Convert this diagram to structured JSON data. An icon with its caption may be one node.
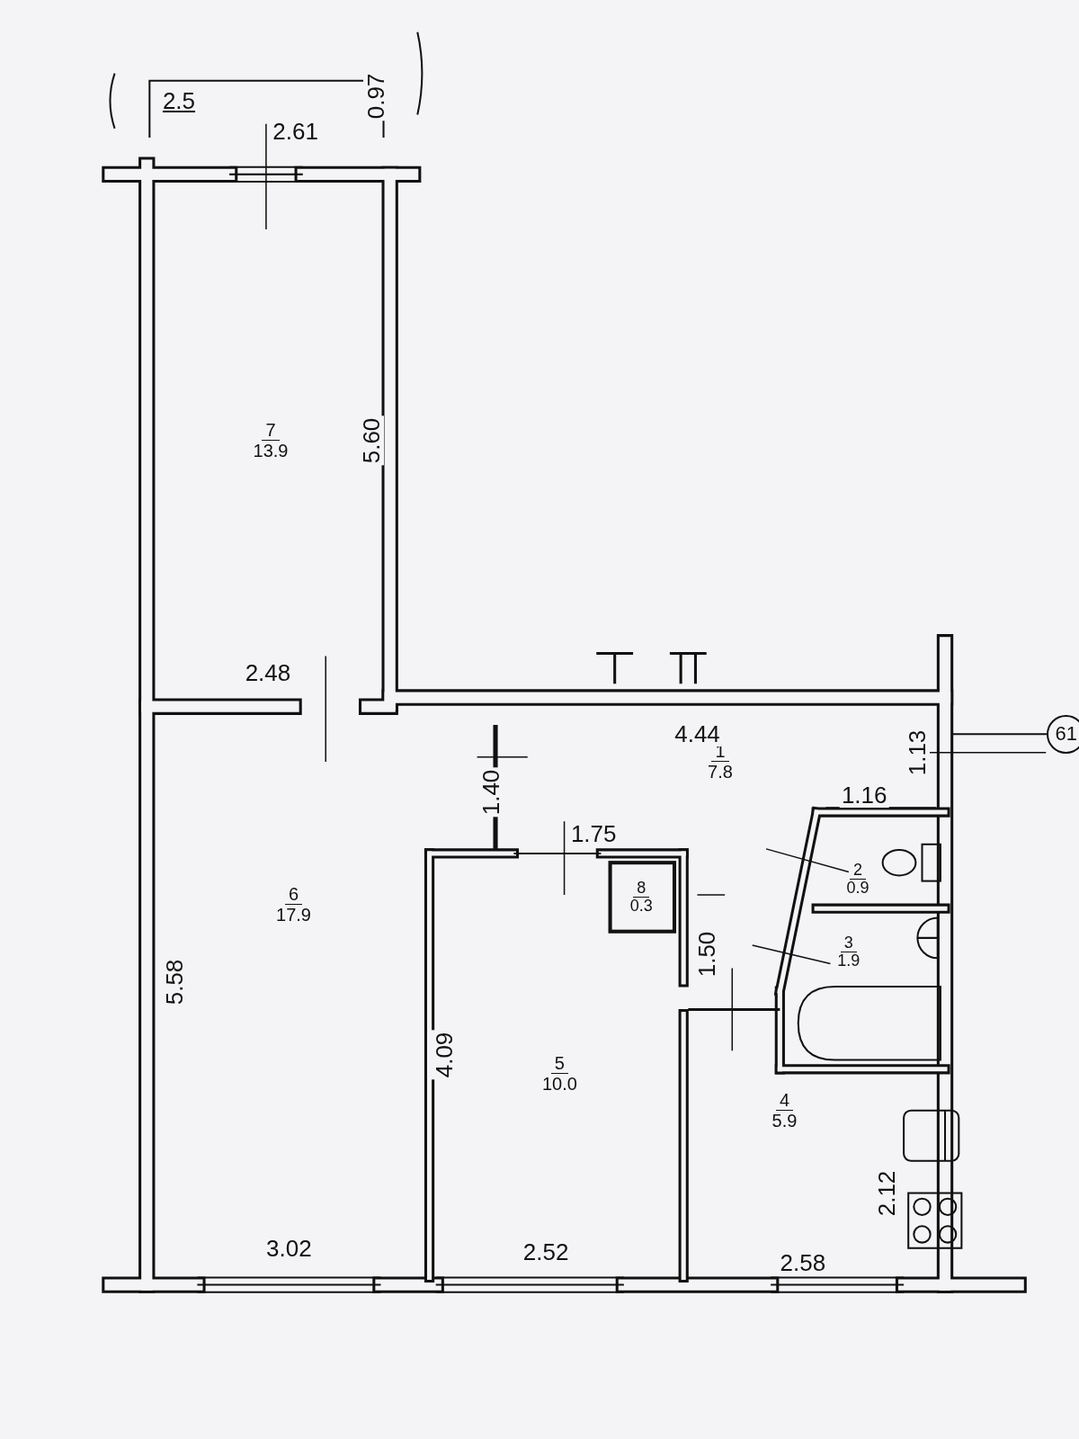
{
  "diagram": {
    "nodes": [
      {
        "text": [
          "7",
          "13.9"
        ]
      },
      {
        "text": [
          "6",
          "17.9"
        ]
      },
      {
        "text": [
          "5",
          "10.0"
        ]
      },
      {
        "text": [
          "1",
          "7.8"
        ]
      },
      {
        "text": [
          "2",
          "0.9"
        ]
      },
      {
        "text": [
          "3",
          "1.9"
        ]
      },
      {
        "text": [
          "4",
          "5.9"
        ]
      },
      {
        "text": [
          "8",
          "0.3"
        ]
      },
      {
        "text": [
          "61"
        ]
      }
    ],
    "edges": [
      {
        "from": null,
        "to": 8,
        "arrow": "none"
      }
    ],
    "labels": [
      "2.5",
      "0.97",
      "2.61",
      "5.60",
      "2.48",
      "4.44",
      "1.13",
      "1.40",
      "1.75",
      "1.16",
      "1.50",
      "5.58",
      "4.09",
      "2.12",
      "3.02",
      "2.52",
      "2.58"
    ]
  }
}
